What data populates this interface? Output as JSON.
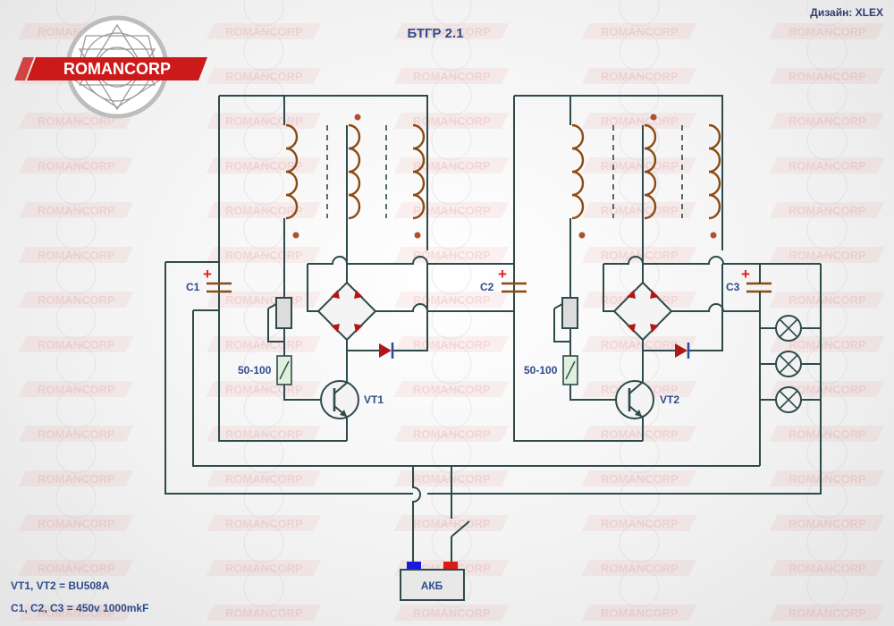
{
  "title": "БТГР 2.1",
  "design_credit": "Дизайн: XLEX",
  "logo": {
    "text": "ROMANCORP",
    "icon": "romancorp-star-logo-icon"
  },
  "watermark_text": "ROMANCORP",
  "components": {
    "c1": "C1",
    "c2": "C2",
    "c3": "C3",
    "vt1": "VT1",
    "vt2": "VT2",
    "r1": "50-100",
    "r2": "50-100",
    "battery": "АКБ"
  },
  "polarity_mark": "+",
  "notes": [
    "VT1, VT2 = BU508A",
    "C1, C2, C3 = 450v 1000mkF"
  ],
  "colors": {
    "wire": "#2e4a4a",
    "coil": "#8a4a12",
    "label": "#2c4c8c",
    "diode": "#b01818",
    "battery_positive": "#e01818",
    "battery_negative": "#1818e0",
    "brand_red": "#cc1a1a"
  }
}
